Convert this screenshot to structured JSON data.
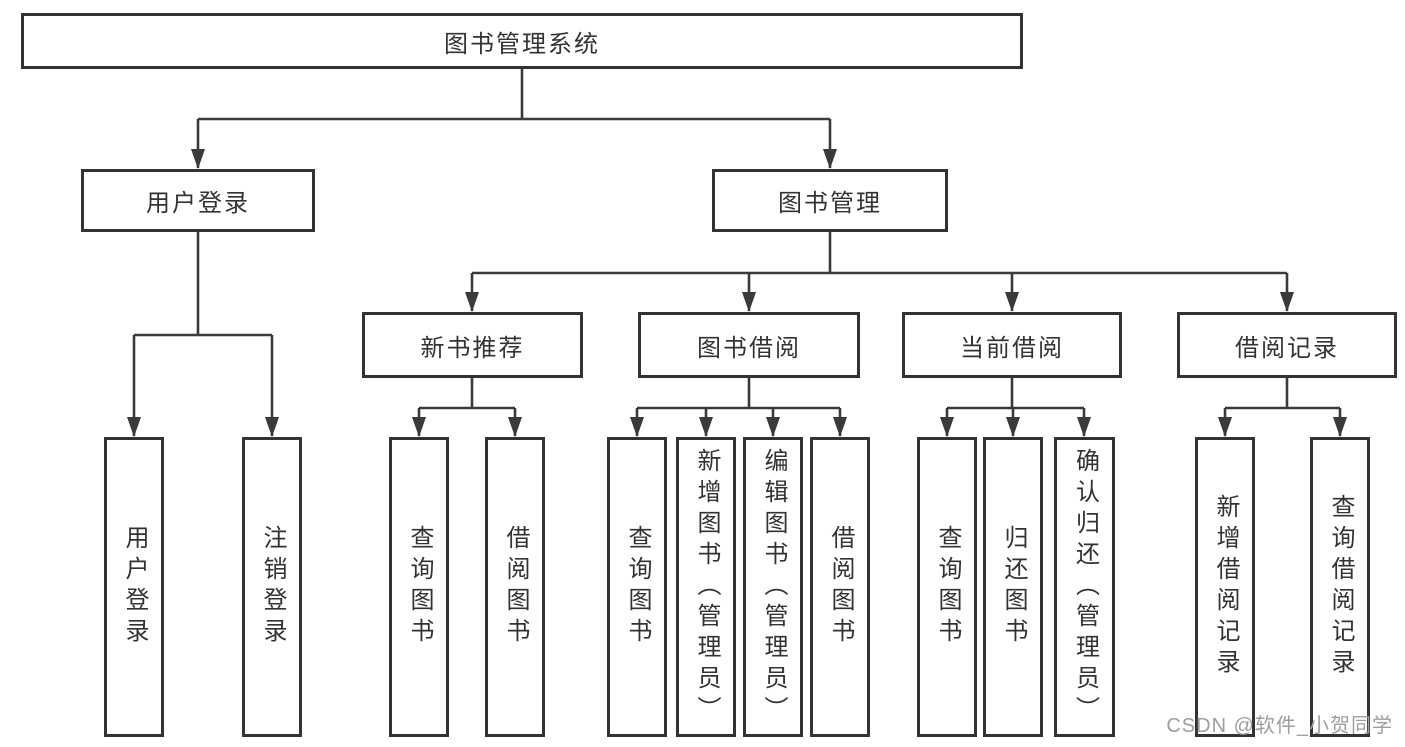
{
  "diagram": {
    "title": "图书管理系统",
    "root": {
      "label": "图书管理系统"
    },
    "level2": [
      {
        "label": "用户登录"
      },
      {
        "label": "图书管理"
      }
    ],
    "level3": [
      {
        "label": "新书推荐",
        "parent": "图书管理"
      },
      {
        "label": "图书借阅",
        "parent": "图书管理"
      },
      {
        "label": "当前借阅",
        "parent": "图书管理"
      },
      {
        "label": "借阅记录",
        "parent": "图书管理"
      }
    ],
    "leaves": [
      {
        "label": "用户登录",
        "parent": "用户登录"
      },
      {
        "label": "注销登录",
        "parent": "用户登录"
      },
      {
        "label": "查询图书",
        "parent": "新书推荐"
      },
      {
        "label": "借阅图书",
        "parent": "新书推荐"
      },
      {
        "label": "查询图书",
        "parent": "图书借阅"
      },
      {
        "label": "新增图书（管理员）",
        "parent": "图书借阅"
      },
      {
        "label": "编辑图书（管理员）",
        "parent": "图书借阅"
      },
      {
        "label": "借阅图书",
        "parent": "图书借阅"
      },
      {
        "label": "查询图书",
        "parent": "当前借阅"
      },
      {
        "label": "归还图书",
        "parent": "当前借阅"
      },
      {
        "label": "确认归还（管理员）",
        "parent": "当前借阅"
      },
      {
        "label": "新增借阅记录",
        "parent": "借阅记录"
      },
      {
        "label": "查询借阅记录",
        "parent": "借阅记录"
      }
    ],
    "watermark": "CSDN @软件_小贺同学",
    "colors": {
      "line": "#3a3a3a",
      "box_border": "#333333",
      "box_fill": "#ffffff",
      "text": "#333333",
      "watermark": "#9e9e9e"
    }
  }
}
